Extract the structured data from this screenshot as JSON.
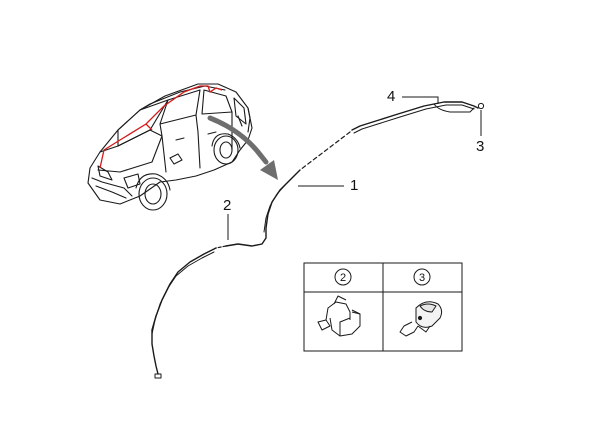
{
  "diagram": {
    "callouts": [
      {
        "id": "1",
        "label": "1"
      },
      {
        "id": "2",
        "label": "2"
      },
      {
        "id": "3",
        "label": "3"
      },
      {
        "id": "4",
        "label": "4"
      }
    ],
    "detail_table": {
      "cells": [
        {
          "label": "2"
        },
        {
          "label": "3"
        }
      ]
    }
  },
  "colors": {
    "line": "#1a1a1a",
    "hose_highlight": "#d41a1a",
    "arrow": "#6e6e6e"
  }
}
